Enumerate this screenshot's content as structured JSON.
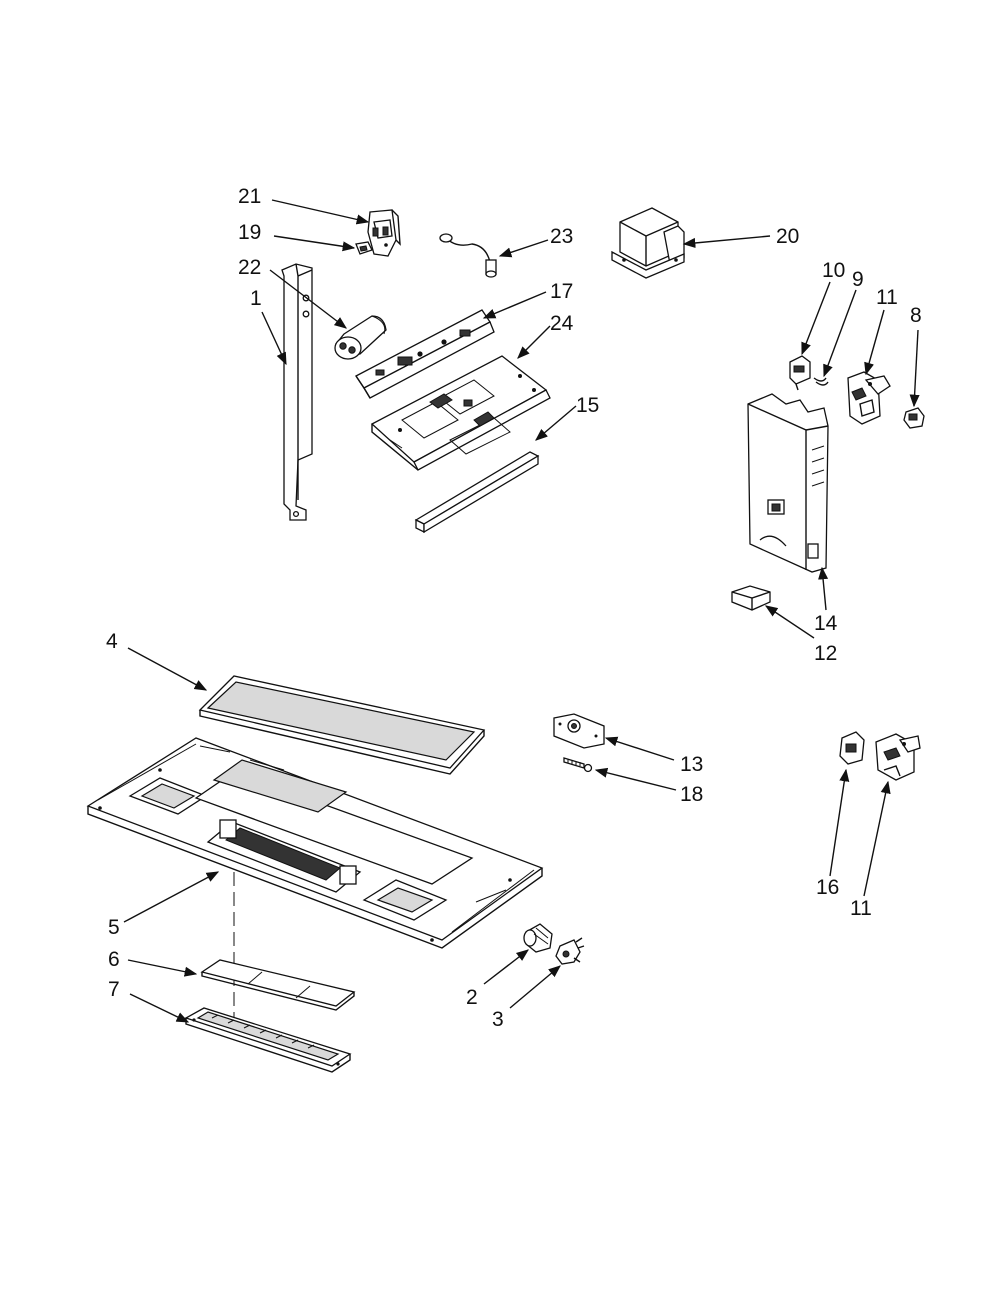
{
  "diagram": {
    "callouts": [
      {
        "id": "c21",
        "label": "21"
      },
      {
        "id": "c19",
        "label": "19"
      },
      {
        "id": "c22",
        "label": "22"
      },
      {
        "id": "c1",
        "label": "1"
      },
      {
        "id": "c23",
        "label": "23"
      },
      {
        "id": "c17",
        "label": "17"
      },
      {
        "id": "c24",
        "label": "24"
      },
      {
        "id": "c15",
        "label": "15"
      },
      {
        "id": "c20",
        "label": "20"
      },
      {
        "id": "c10",
        "label": "10"
      },
      {
        "id": "c9",
        "label": "9"
      },
      {
        "id": "c11a",
        "label": "11"
      },
      {
        "id": "c8",
        "label": "8"
      },
      {
        "id": "c14",
        "label": "14"
      },
      {
        "id": "c12",
        "label": "12"
      },
      {
        "id": "c4",
        "label": "4"
      },
      {
        "id": "c13",
        "label": "13"
      },
      {
        "id": "c18",
        "label": "18"
      },
      {
        "id": "c16",
        "label": "16"
      },
      {
        "id": "c11b",
        "label": "11"
      },
      {
        "id": "c5",
        "label": "5"
      },
      {
        "id": "c6",
        "label": "6"
      },
      {
        "id": "c7",
        "label": "7"
      },
      {
        "id": "c2",
        "label": "2"
      },
      {
        "id": "c3",
        "label": "3"
      }
    ]
  }
}
